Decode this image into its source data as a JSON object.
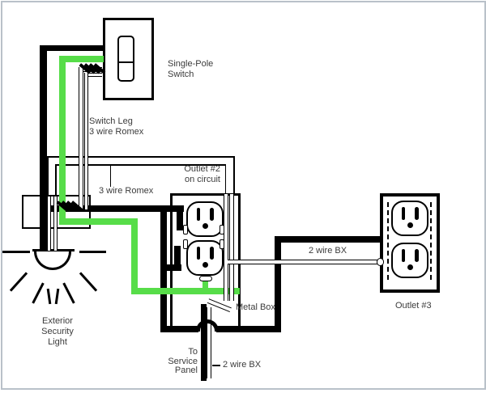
{
  "labels": {
    "single_pole_switch": {
      "line1": "Single-Pole",
      "line2": "Switch"
    },
    "switch_leg": {
      "line1": "Switch Leg",
      "line2": "3 wire Romex"
    },
    "three_wire_romex": "3 wire Romex",
    "outlet2": {
      "line1": "Outlet #2",
      "line2": "on circuit"
    },
    "two_wire_bx_top": "2 wire BX",
    "metal_box": "Metal Box",
    "outlet3": "Outlet #3",
    "exterior_light": {
      "line1": "Exterior",
      "line2": "Security",
      "line3": "Light"
    },
    "to_service_panel": {
      "line1": "To",
      "line2": "Service",
      "line3": "Panel"
    },
    "two_wire_bx_bottom": "2 wire BX"
  },
  "colors": {
    "wire_black": "#000000",
    "wire_green": "#57dd49",
    "wire_white": "#ffffff",
    "frame": "#b9c1c9",
    "text": "#3b3b3b",
    "background": "#ffffff"
  }
}
